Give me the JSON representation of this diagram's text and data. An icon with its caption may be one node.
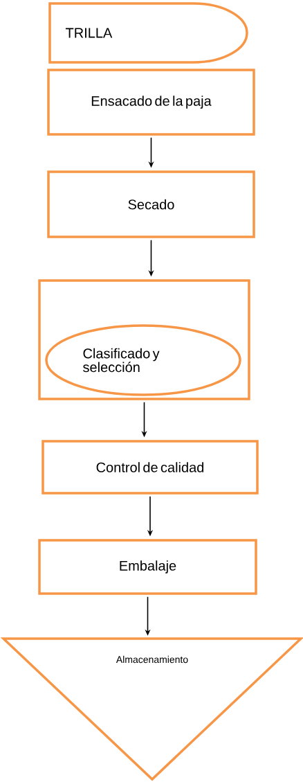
{
  "diagram": {
    "nodes": [
      {
        "text": [
          "TRILLA"
        ]
      },
      {
        "text": [
          "Ensacado de la paja"
        ]
      },
      {
        "text": [
          "Secado"
        ]
      },
      {
        "text": [],
        "shape": "box"
      },
      {
        "text": [
          "Clasificado  y selección"
        ],
        "in": 3
      },
      {
        "text": [
          "Control de calidad"
        ]
      },
      {
        "text": [
          "Embalaje"
        ]
      },
      {
        "text": [
          "Almacenamiento"
        ]
      }
    ],
    "edges": [
      {
        "from": 1,
        "to": 2,
        "arrow": "to"
      },
      {
        "from": 2,
        "to": 3,
        "arrow": "to"
      },
      {
        "from": 3,
        "to": 5,
        "arrow": "to"
      },
      {
        "from": 5,
        "to": 6,
        "arrow": "to"
      },
      {
        "from": 6,
        "to": 7,
        "arrow": "to"
      }
    ]
  }
}
